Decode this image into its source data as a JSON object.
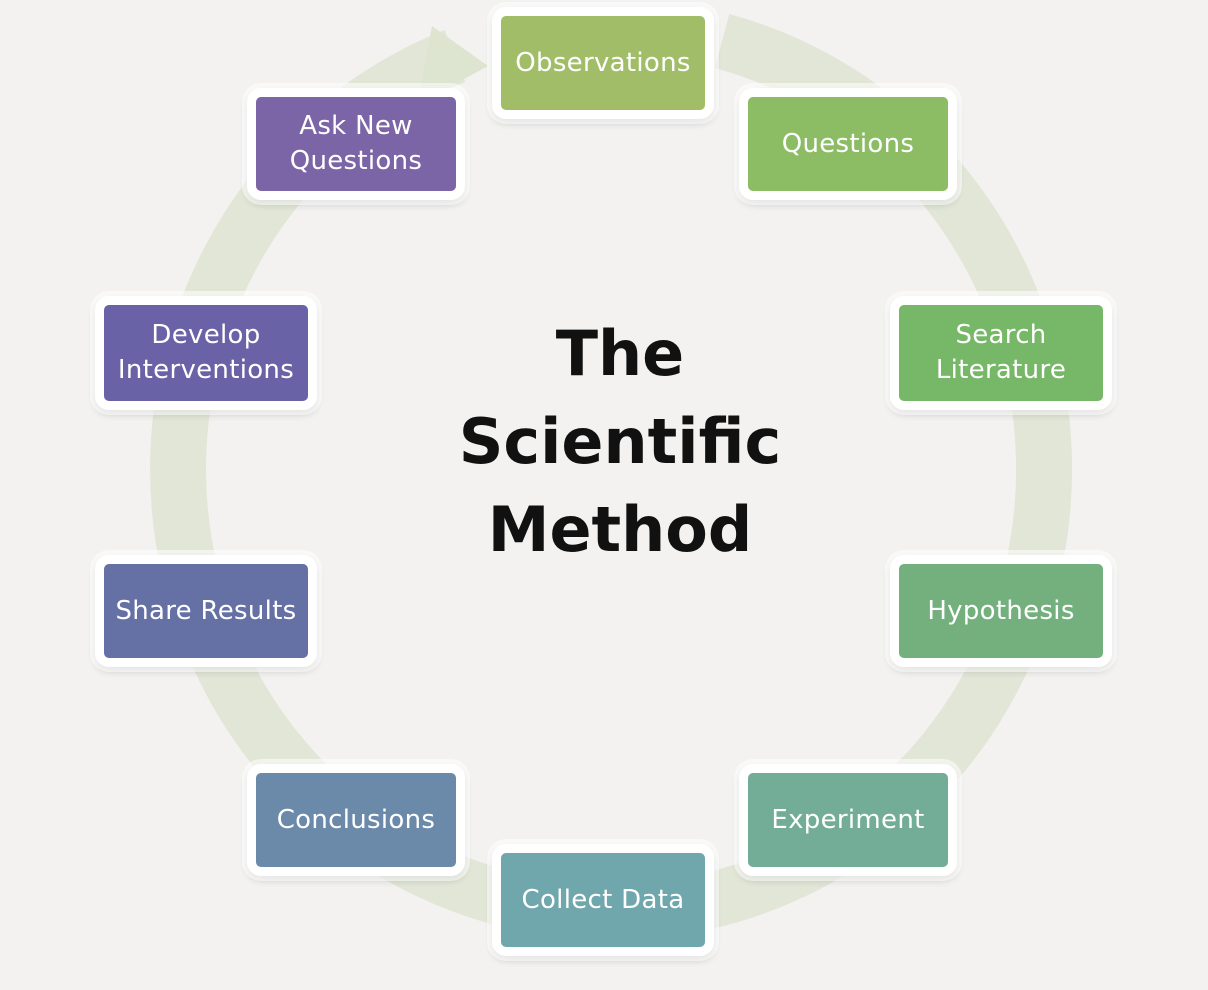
{
  "title": "The\nScientific\nMethod",
  "steps": [
    {
      "label": "Observations",
      "color": "#a2bd68"
    },
    {
      "label": "Questions",
      "color": "#8cbc63"
    },
    {
      "label": "Search\nLiterature",
      "color": "#76b768"
    },
    {
      "label": "Hypothesis",
      "color": "#73b07d"
    },
    {
      "label": "Experiment",
      "color": "#73ad98"
    },
    {
      "label": "Collect Data",
      "color": "#6fa7ad"
    },
    {
      "label": "Conclusions",
      "color": "#6b89a8"
    },
    {
      "label": "Share Results",
      "color": "#6570a5"
    },
    {
      "label": "Develop\nInterventions",
      "color": "#6a62a6"
    },
    {
      "label": "Ask New\nQuestions",
      "color": "#7b65a6"
    }
  ],
  "colors": {
    "background": "#f3f2f0",
    "ring": "#e2e6d7",
    "arrowhead": "#dde4cf"
  }
}
